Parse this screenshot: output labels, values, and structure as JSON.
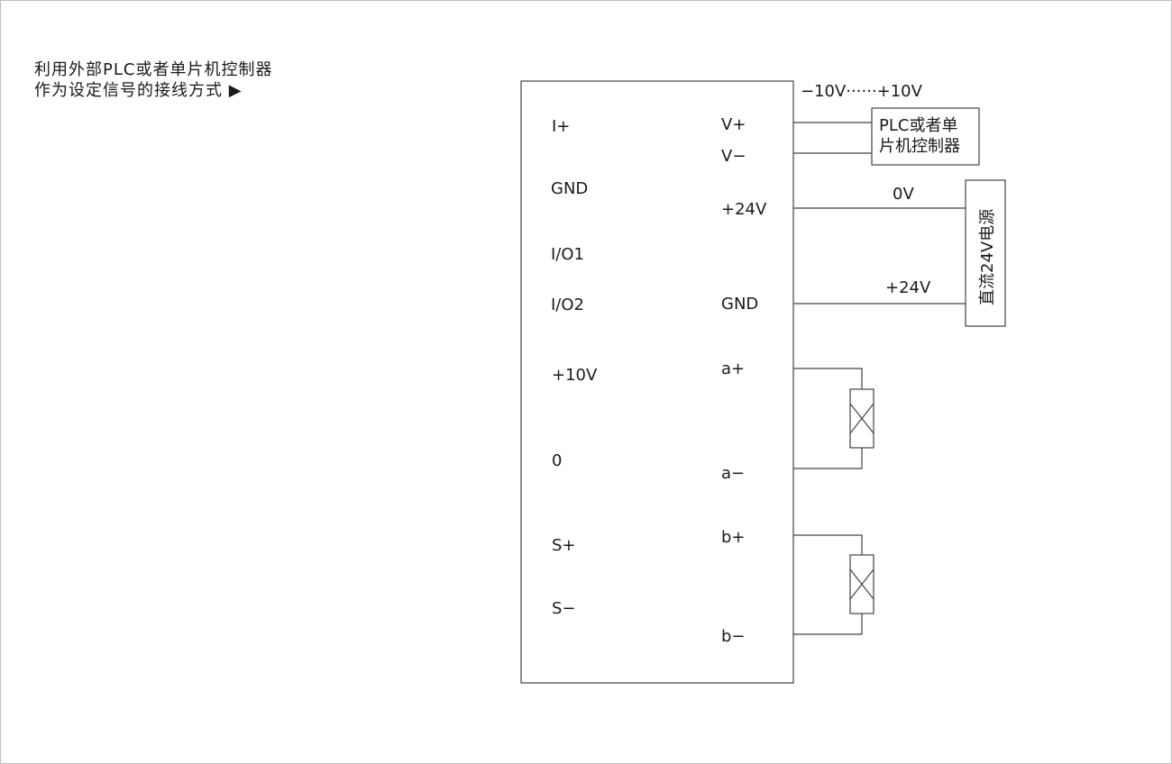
{
  "caption": {
    "line1": "利用外部PLC或者单片机控制器",
    "line2": "作为设定信号的接线方式 ▶"
  },
  "terminals_left": [
    "I+",
    "GND",
    "I/O1",
    "I/O2",
    "+10V",
    "0",
    "S+",
    "S−"
  ],
  "terminals_right": [
    "V+",
    "V−",
    "+24V",
    "GND",
    "a+",
    "a−",
    "b+",
    "b−"
  ],
  "signal_range": "−10V······+10V",
  "plc_box": {
    "line1": "PLC或者单",
    "line2": "片机控制器"
  },
  "power_supply": {
    "label": "直流24V电源",
    "zero_label": "0V",
    "plus_label": "+24V"
  }
}
